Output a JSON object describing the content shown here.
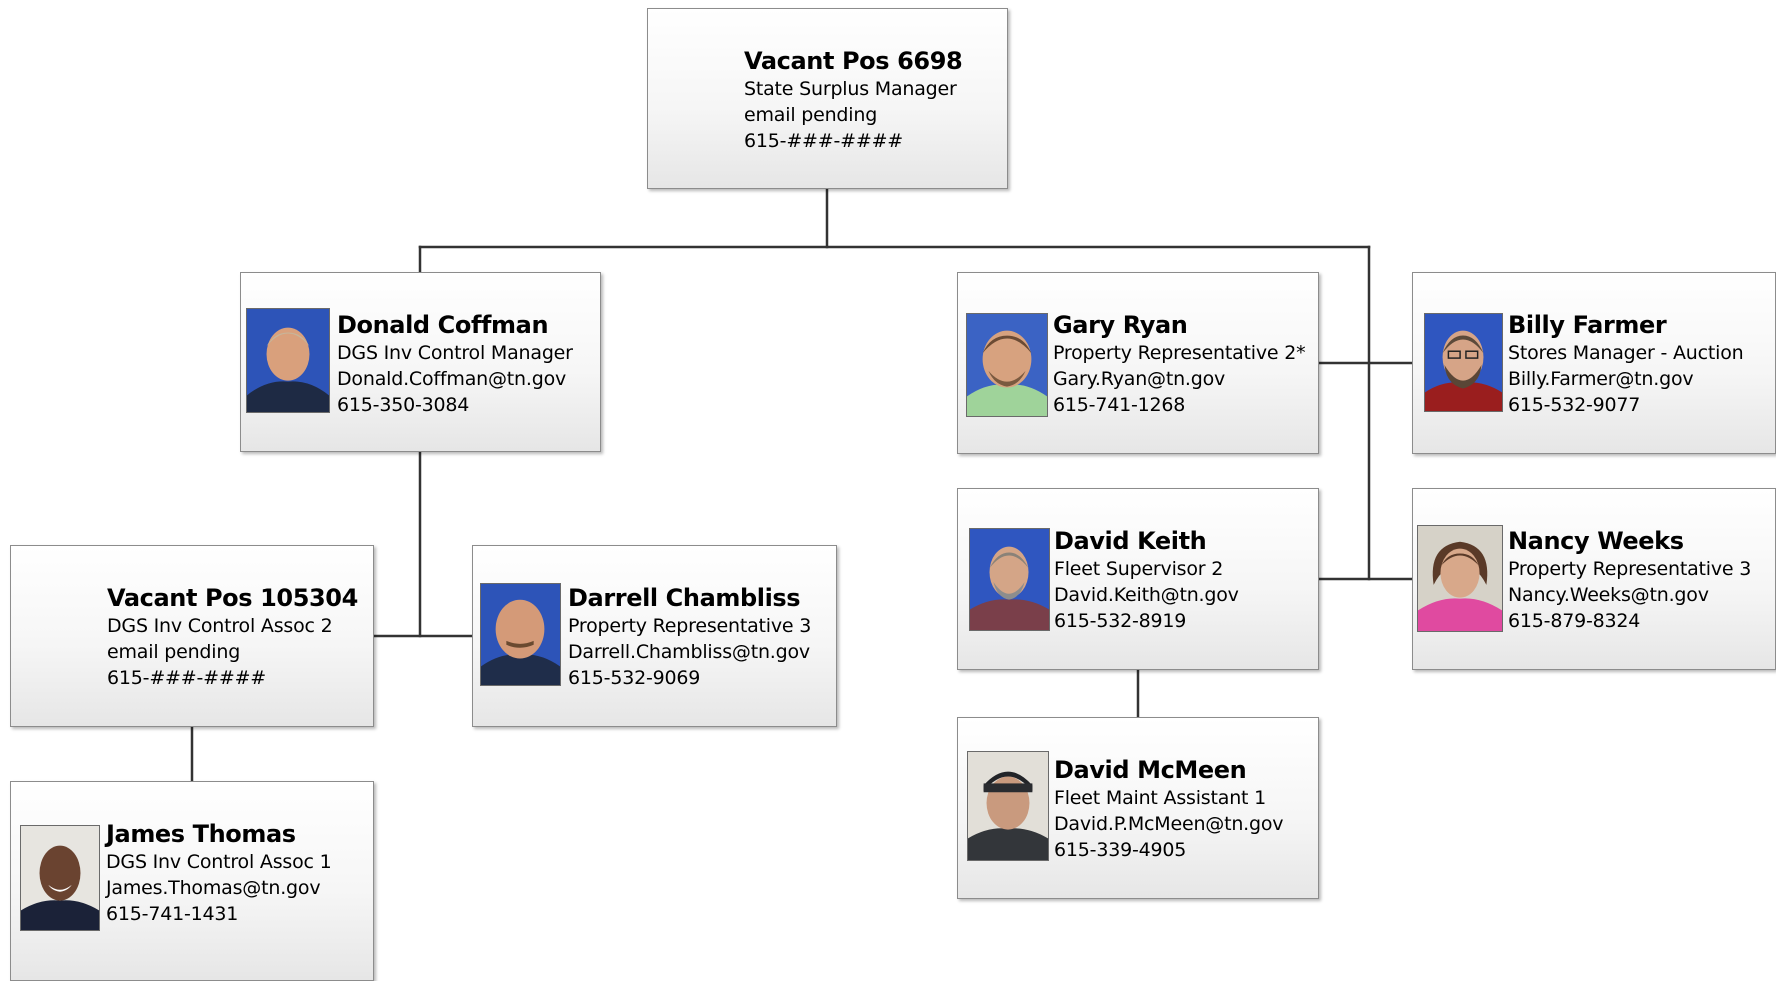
{
  "colors": {
    "box_border": "#8c8c8c",
    "connector": "#333333",
    "photo_bg_blue": "#2d54b8"
  },
  "nodes": {
    "vacant_6698": {
      "name": "Vacant Pos 6698",
      "title": "State Surplus Manager",
      "email": "email pending",
      "phone": "615-###-####"
    },
    "donald_coffman": {
      "name": "Donald Coffman",
      "title": "DGS Inv Control Manager",
      "email": "Donald.Coffman@tn.gov",
      "phone": "615-350-3084",
      "photo": "person-photo"
    },
    "gary_ryan": {
      "name": "Gary Ryan",
      "title": "Property Representative 2*",
      "email": "Gary.Ryan@tn.gov",
      "phone": "615-741-1268",
      "photo": "person-photo"
    },
    "billy_farmer": {
      "name": "Billy Farmer",
      "title": "Stores Manager - Auction",
      "email": "Billy.Farmer@tn.gov",
      "phone": "615-532-9077",
      "photo": "person-photo"
    },
    "vacant_105304": {
      "name": "Vacant Pos 105304",
      "title": "DGS Inv Control Assoc 2",
      "email": "email pending",
      "phone": "615-###-####"
    },
    "darrell_chambliss": {
      "name": "Darrell Chambliss",
      "title": "Property Representative 3",
      "email": "Darrell.Chambliss@tn.gov",
      "phone": "615-532-9069",
      "photo": "person-photo"
    },
    "david_keith": {
      "name": "David Keith",
      "title": "Fleet Supervisor 2",
      "email": "David.Keith@tn.gov",
      "phone": "615-532-8919",
      "photo": "person-photo"
    },
    "nancy_weeks": {
      "name": "Nancy Weeks",
      "title": "Property Representative 3",
      "email": "Nancy.Weeks@tn.gov",
      "phone": "615-879-8324",
      "photo": "person-photo"
    },
    "james_thomas": {
      "name": "James Thomas",
      "title": "DGS Inv Control Assoc 1",
      "email": "James.Thomas@tn.gov",
      "phone": "615-741-1431",
      "photo": "person-photo"
    },
    "david_mcmeen": {
      "name": "David McMeen",
      "title": "Fleet Maint Assistant 1",
      "email": "David.P.McMeen@tn.gov",
      "phone": "615-339-4905",
      "photo": "person-photo"
    }
  },
  "reports_to": {
    "donald_coffman": "vacant_6698",
    "gary_ryan": "vacant_6698",
    "billy_farmer": "vacant_6698",
    "david_keith": "vacant_6698",
    "nancy_weeks": "vacant_6698",
    "vacant_105304": "donald_coffman",
    "darrell_chambliss": "donald_coffman",
    "james_thomas": "vacant_105304",
    "david_mcmeen": "david_keith"
  }
}
